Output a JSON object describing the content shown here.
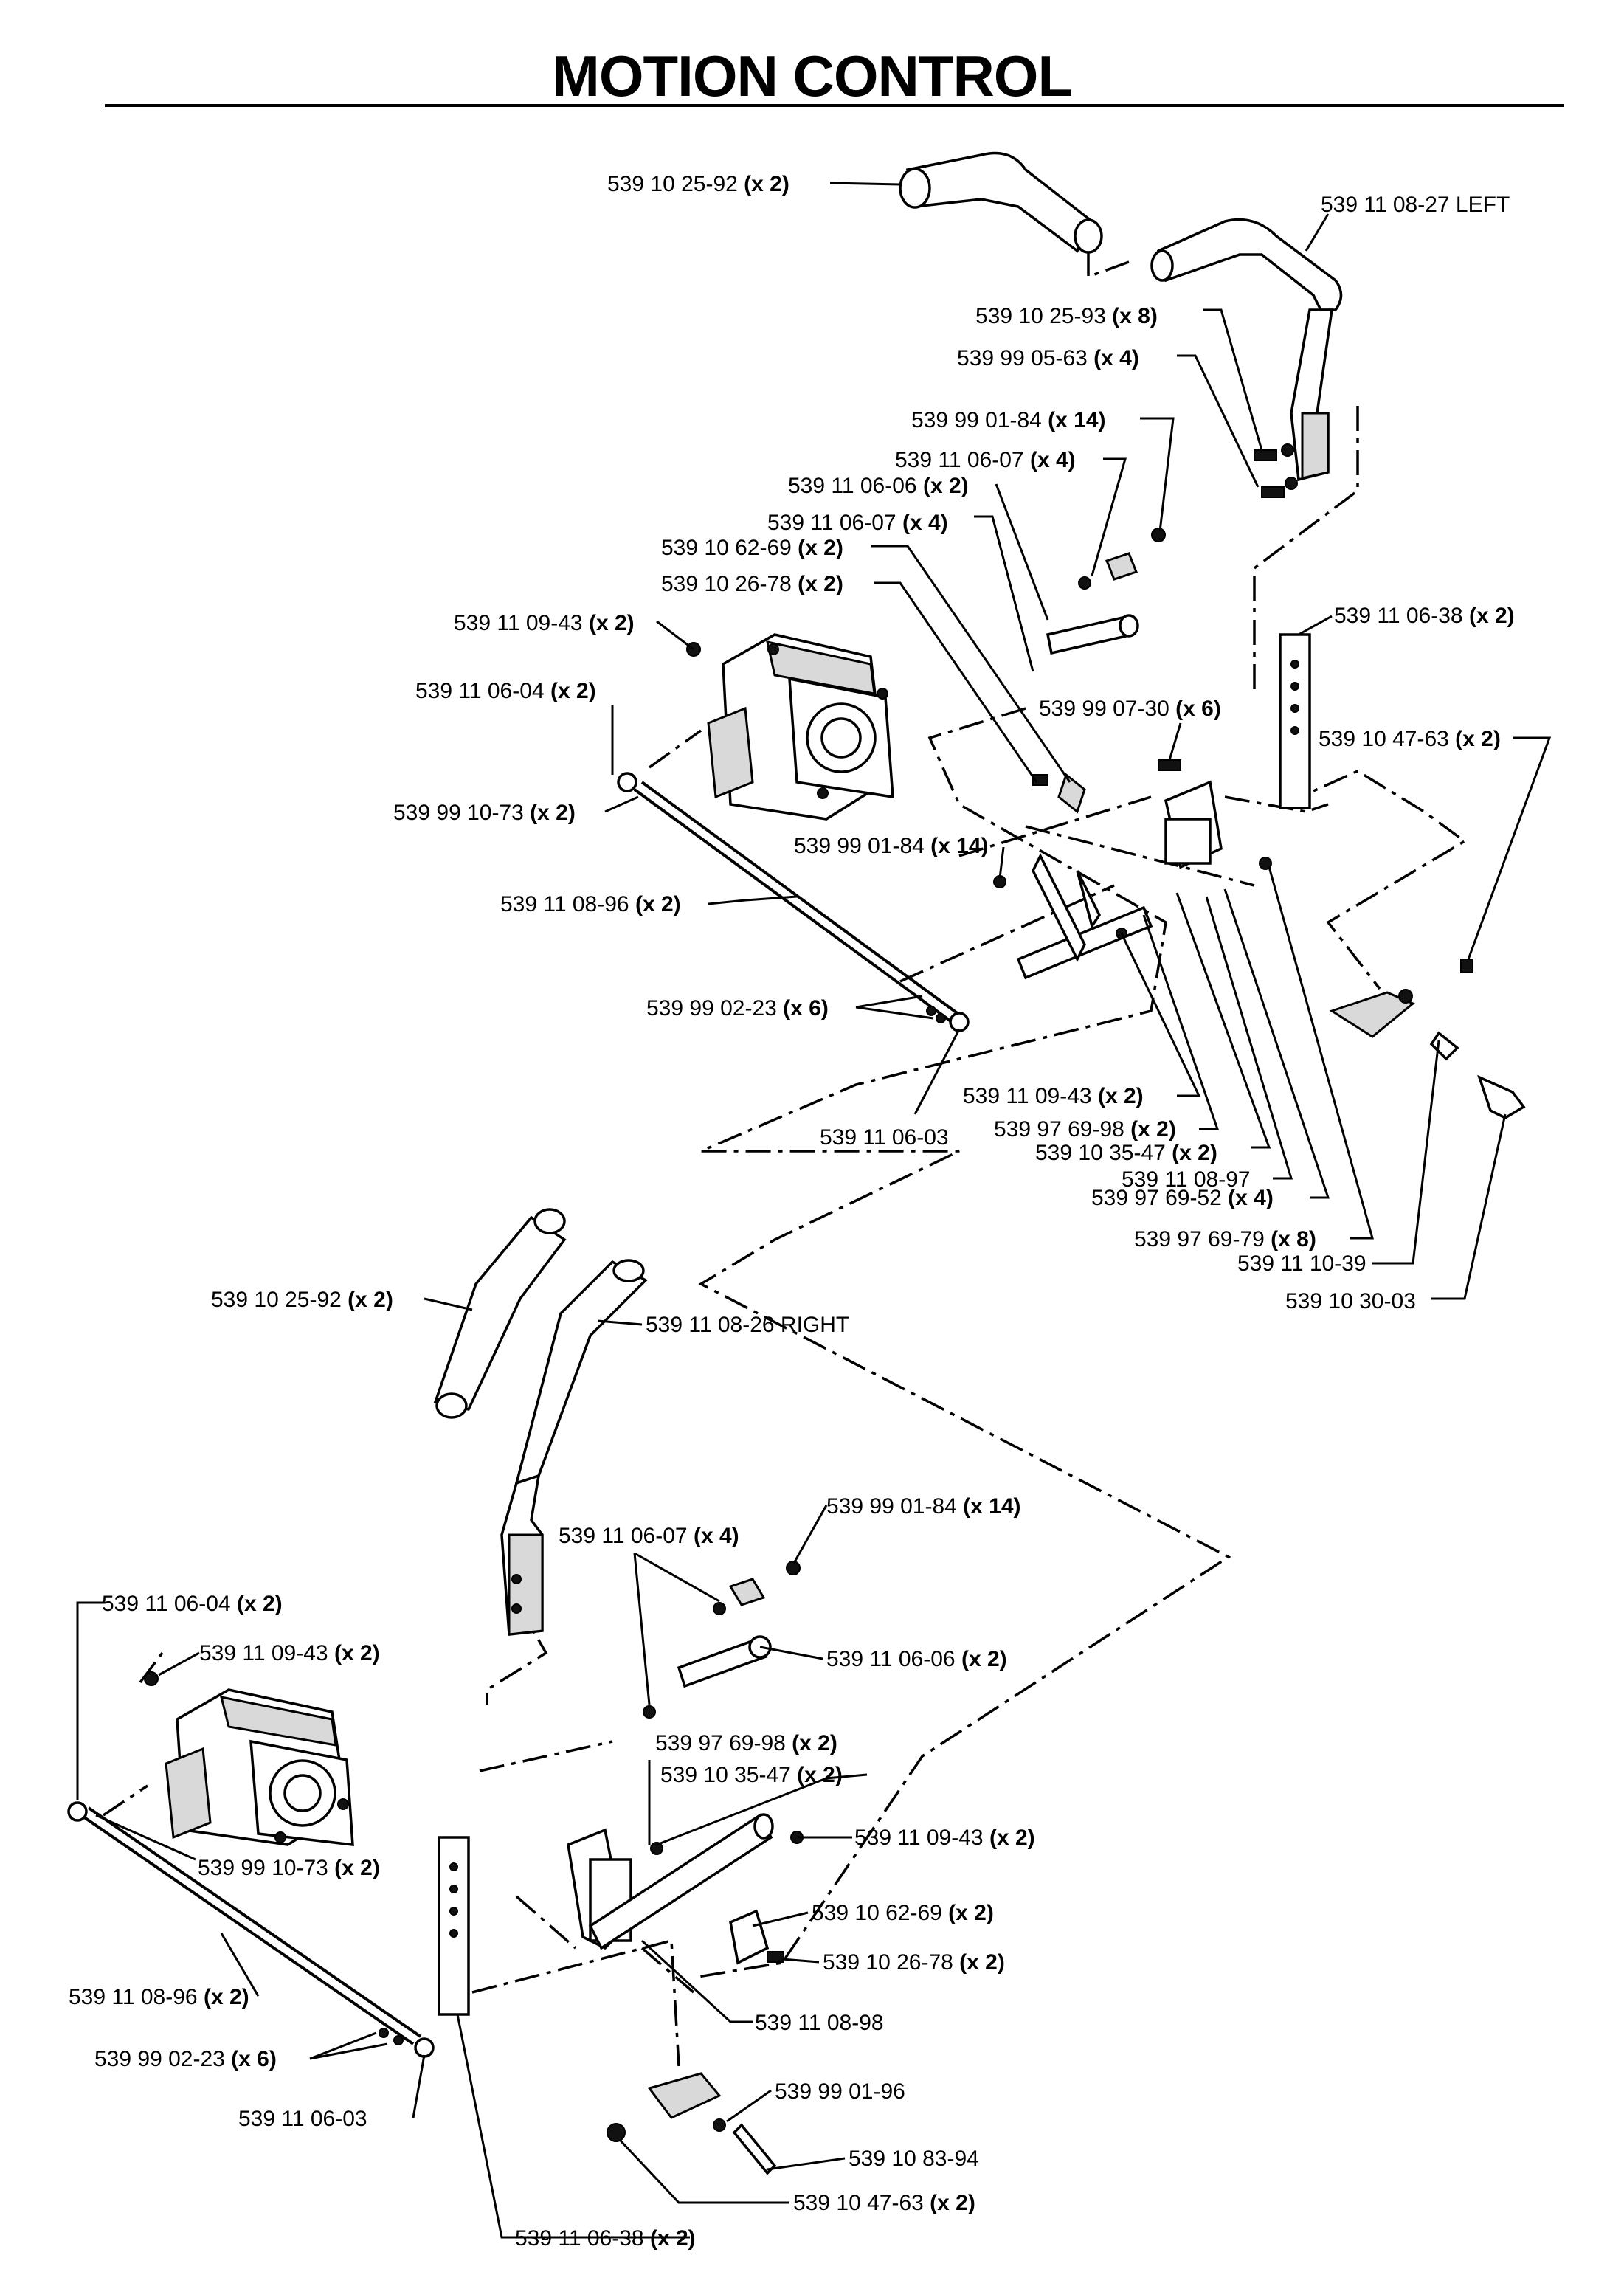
{
  "title": "MOTION CONTROL",
  "callouts": [
    {
      "id": "c1",
      "part": "539 10 25-92",
      "qty": "(x 2)"
    },
    {
      "id": "c2",
      "part": "539 11 08-27 LEFT",
      "qty": ""
    },
    {
      "id": "c3",
      "part": "539 10 25-93",
      "qty": "(x 8)"
    },
    {
      "id": "c4",
      "part": "539 99 05-63",
      "qty": "(x 4)"
    },
    {
      "id": "c5",
      "part": "539 99 01-84",
      "qty": "(x 14)"
    },
    {
      "id": "c6",
      "part": "539 11 06-07",
      "qty": "(x 4)"
    },
    {
      "id": "c7",
      "part": "539 11 06-06",
      "qty": "(x 2)"
    },
    {
      "id": "c8",
      "part": "539 11 06-07",
      "qty": "(x 4)"
    },
    {
      "id": "c9",
      "part": "539 10 62-69",
      "qty": "(x 2)"
    },
    {
      "id": "c10",
      "part": "539 10 26-78",
      "qty": "(x 2)"
    },
    {
      "id": "c11",
      "part": "539 11 09-43",
      "qty": "(x 2)"
    },
    {
      "id": "c12",
      "part": "539 11 06-38",
      "qty": "(x 2)"
    },
    {
      "id": "c13",
      "part": "539 11 06-04",
      "qty": "(x 2)"
    },
    {
      "id": "c14",
      "part": "539 99 07-30",
      "qty": "(x 6)"
    },
    {
      "id": "c15",
      "part": "539 10 47-63",
      "qty": "(x 2)"
    },
    {
      "id": "c16",
      "part": "539 99 10-73",
      "qty": "(x 2)"
    },
    {
      "id": "c17",
      "part": "539 99 01-84",
      "qty": "(x 14)"
    },
    {
      "id": "c18",
      "part": "539 11 08-96",
      "qty": "(x 2)"
    },
    {
      "id": "c19",
      "part": "539 99 02-23",
      "qty": "(x 6)"
    },
    {
      "id": "c20",
      "part": "539 11 09-43",
      "qty": "(x 2)"
    },
    {
      "id": "c21",
      "part": "539 11 06-03",
      "qty": ""
    },
    {
      "id": "c22",
      "part": "539 97 69-98",
      "qty": "(x 2)"
    },
    {
      "id": "c23",
      "part": "539 10 35-47",
      "qty": "(x 2)"
    },
    {
      "id": "c24",
      "part": "539 11 08-97",
      "qty": ""
    },
    {
      "id": "c25",
      "part": "539 97 69-52",
      "qty": "(x 4)"
    },
    {
      "id": "c26",
      "part": "539 97 69-79",
      "qty": "(x 8)"
    },
    {
      "id": "c27",
      "part": "539 11 10-39",
      "qty": ""
    },
    {
      "id": "c28",
      "part": "539 10 30-03",
      "qty": ""
    },
    {
      "id": "c29",
      "part": "539 10 25-92",
      "qty": "(x 2)"
    },
    {
      "id": "c30",
      "part": "539 11 08-26 RIGHT",
      "qty": ""
    },
    {
      "id": "c31",
      "part": "539 99 01-84",
      "qty": "(x 14)"
    },
    {
      "id": "c32",
      "part": "539 11 06-07",
      "qty": "(x 4)"
    },
    {
      "id": "c33",
      "part": "539 11 06-04",
      "qty": "(x 2)"
    },
    {
      "id": "c34",
      "part": "539 11 09-43",
      "qty": "(x 2)"
    },
    {
      "id": "c35",
      "part": "539 11 06-06",
      "qty": "(x 2)"
    },
    {
      "id": "c36",
      "part": "539 97 69-98",
      "qty": "(x 2)"
    },
    {
      "id": "c37",
      "part": "539 10 35-47",
      "qty": "(x 2)"
    },
    {
      "id": "c38",
      "part": "539 11 09-43",
      "qty": "(x 2)"
    },
    {
      "id": "c39",
      "part": "539 99 10-73",
      "qty": "(x 2)"
    },
    {
      "id": "c40",
      "part": "539 10 62-69",
      "qty": "(x 2)"
    },
    {
      "id": "c41",
      "part": "539 10 26-78",
      "qty": "(x 2)"
    },
    {
      "id": "c42",
      "part": "539 11 08-96",
      "qty": "(x 2)"
    },
    {
      "id": "c43",
      "part": "539 11 08-98",
      "qty": ""
    },
    {
      "id": "c44",
      "part": "539 99 02-23",
      "qty": "(x 6)"
    },
    {
      "id": "c45",
      "part": "539 99 01-96",
      "qty": ""
    },
    {
      "id": "c46",
      "part": "539 11 06-03",
      "qty": ""
    },
    {
      "id": "c47",
      "part": "539 10 83-94",
      "qty": ""
    },
    {
      "id": "c48",
      "part": "539 10 47-63",
      "qty": "(x 2)"
    },
    {
      "id": "c49",
      "part": "539 11 06-38",
      "qty": "(x 2)"
    }
  ]
}
